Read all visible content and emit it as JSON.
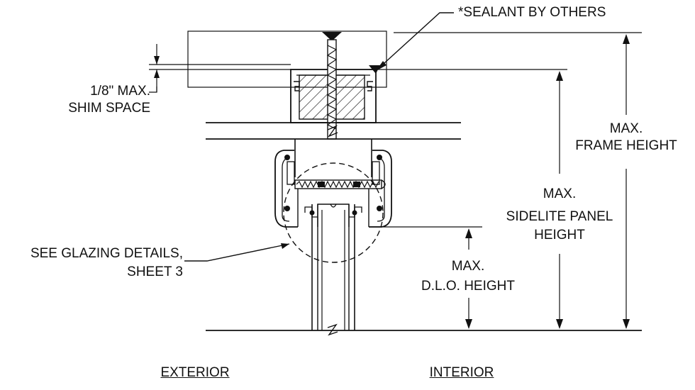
{
  "labels": {
    "sealant": "*SEALANT BY OTHERS",
    "shim_line1": "1/8\" MAX.",
    "shim_line2": "SHIM SPACE",
    "frame_line1": "MAX.",
    "frame_line2": "FRAME HEIGHT",
    "sidelite_line1": "MAX.",
    "sidelite_line2": "SIDELITE PANEL",
    "sidelite_line3": "HEIGHT",
    "glazing_line1": "SEE GLAZING DETAILS,",
    "glazing_line2": "SHEET 3",
    "dlo_line1": "MAX.",
    "dlo_line2": "D.L.O. HEIGHT",
    "exterior": "EXTERIOR",
    "interior": "INTERIOR"
  },
  "colors": {
    "line": "#111111",
    "background": "#ffffff"
  }
}
